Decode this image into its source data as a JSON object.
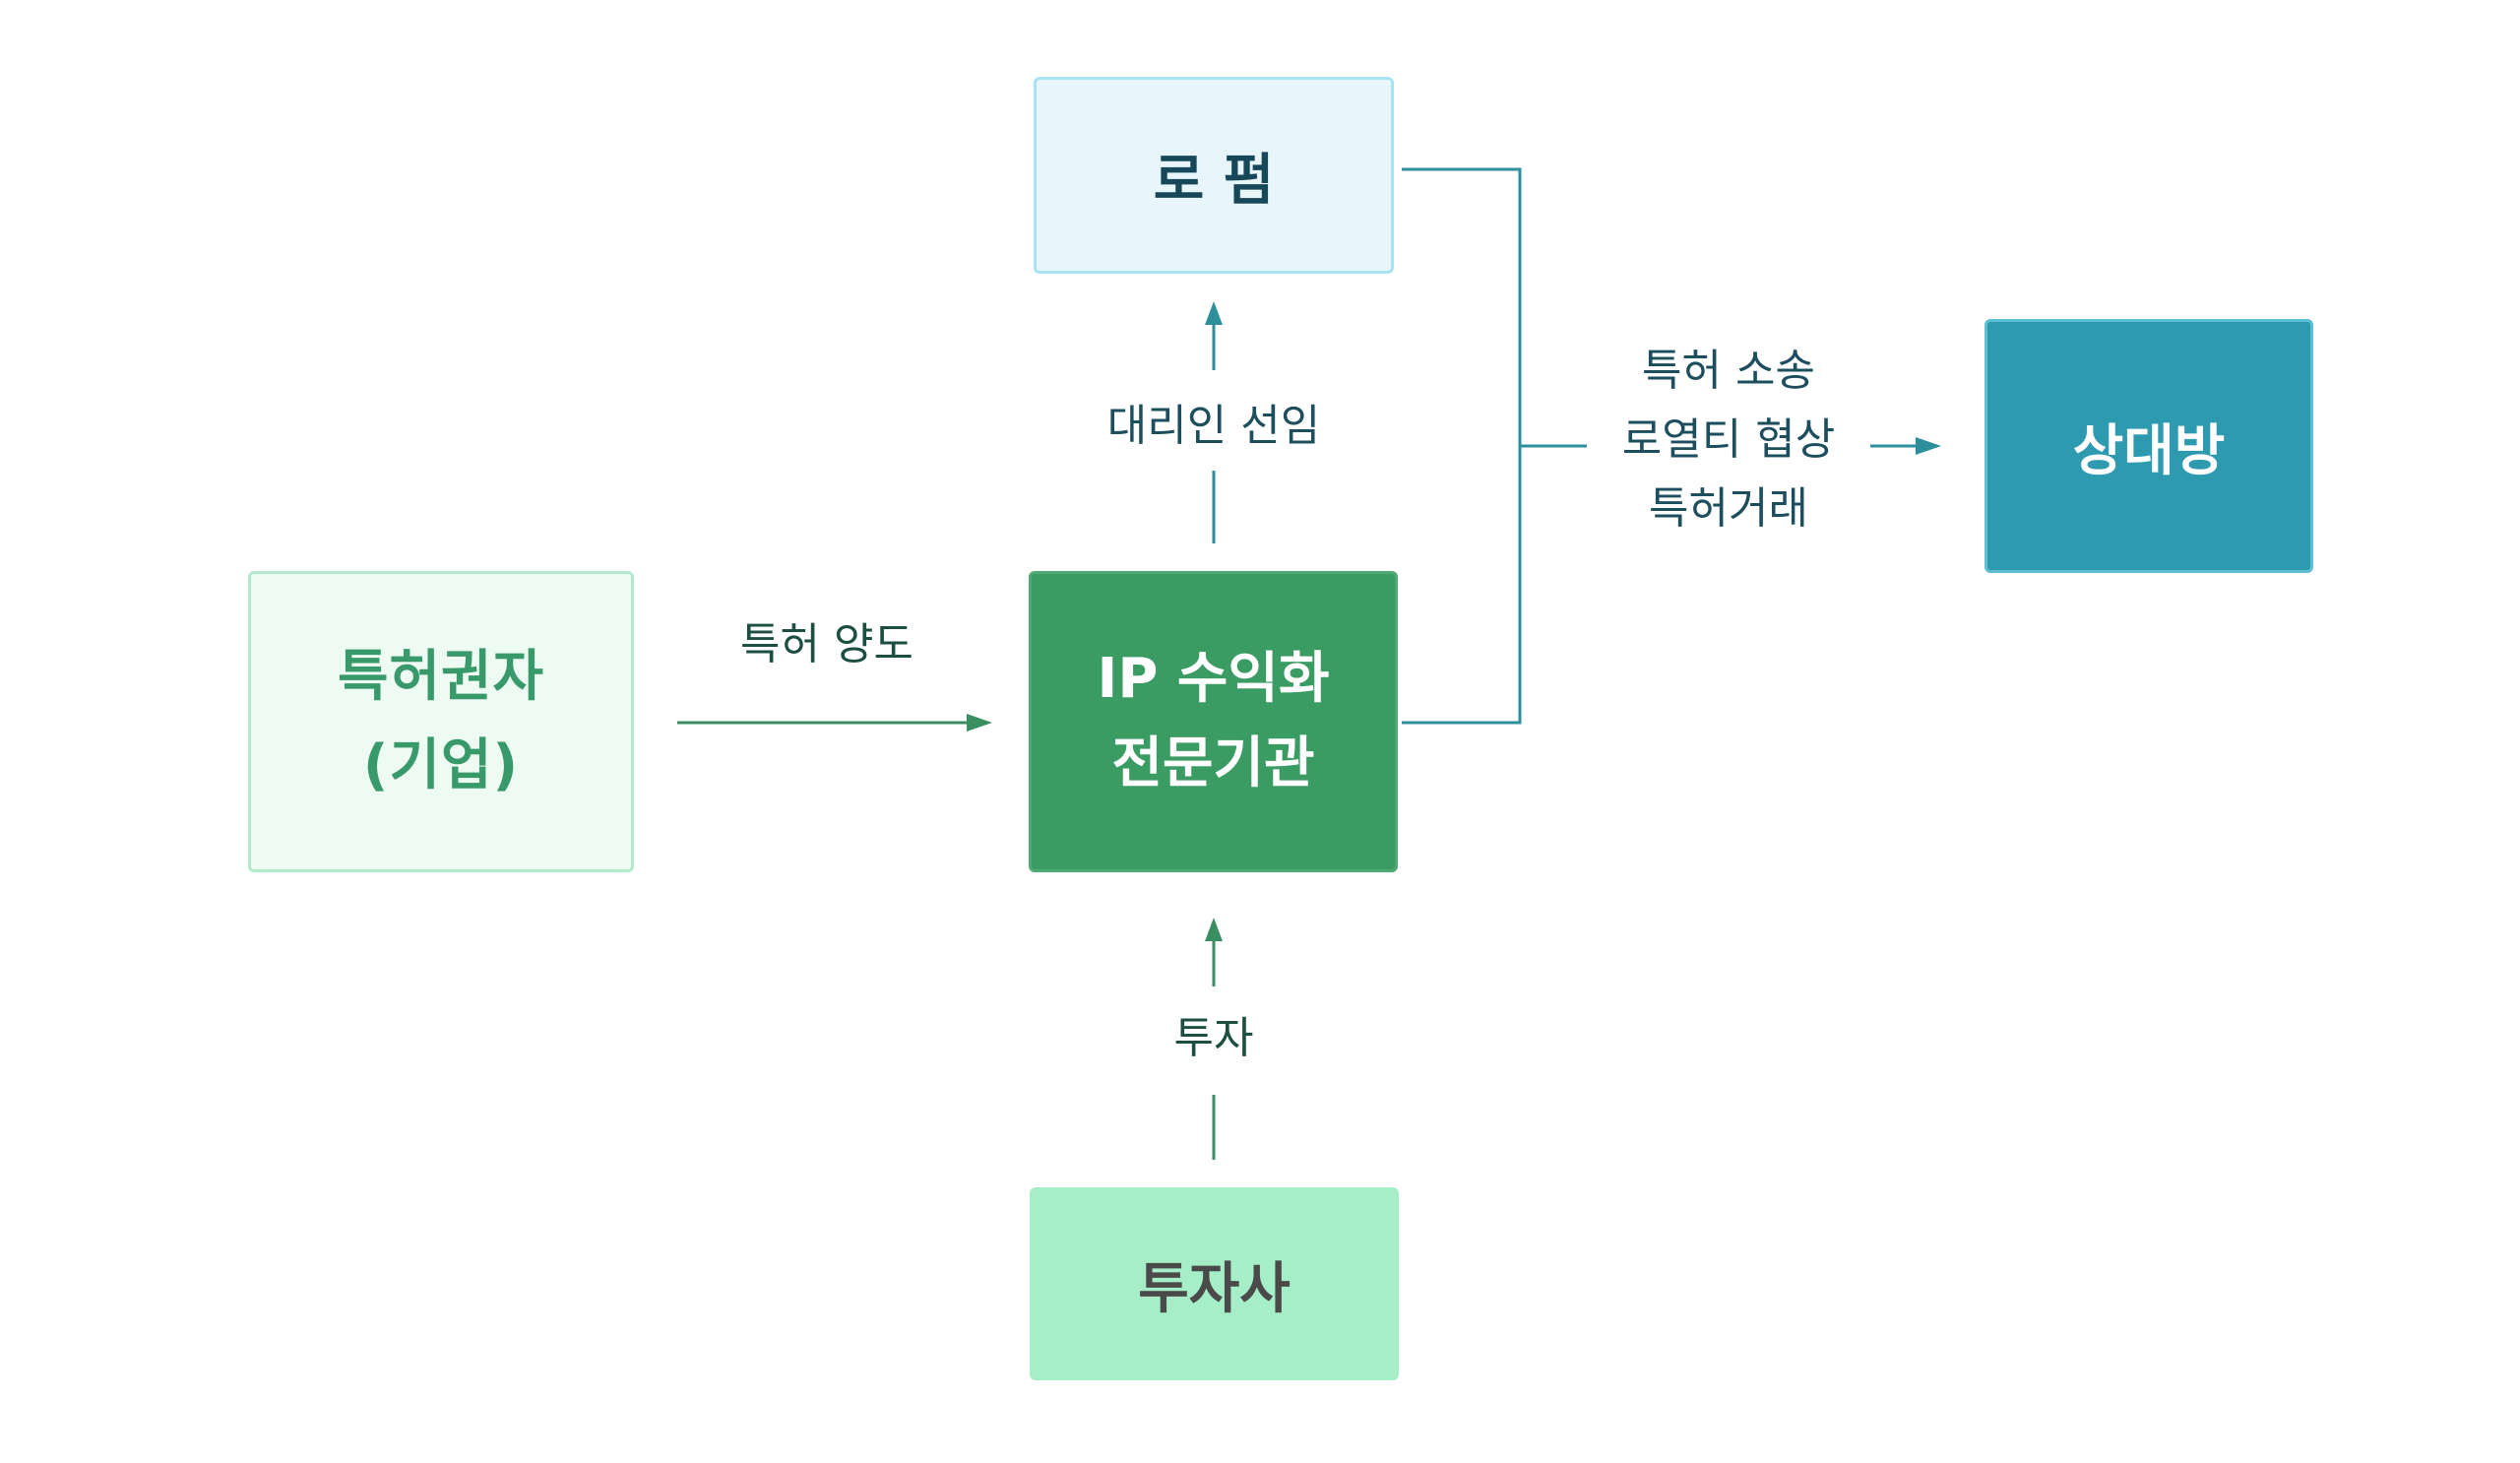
{
  "nodes": {
    "law_firm": "로 펌",
    "patent_owner": {
      "line1": "특허권자",
      "line2": "(기업)"
    },
    "ip_agency": {
      "line1": "IP 수익화",
      "line2": "전문기관"
    },
    "counterparty": "상대방",
    "investor": "투자사"
  },
  "edges": {
    "appoint_agent": "대리인 선임",
    "patent_transfer": "특허 양도",
    "investment": "투자",
    "actions": [
      "특허 소송",
      "로열티 협상",
      "특허거래"
    ]
  },
  "colors": {
    "teal_line": "#2e8f9c",
    "green_line": "#3a8f62",
    "law_firm_fill": "#e8f6fc",
    "owner_fill": "#eefbf3",
    "agency_fill": "#3a9b63",
    "counterparty_fill": "#2e9aaf",
    "investor_fill": "#a6eec7"
  }
}
